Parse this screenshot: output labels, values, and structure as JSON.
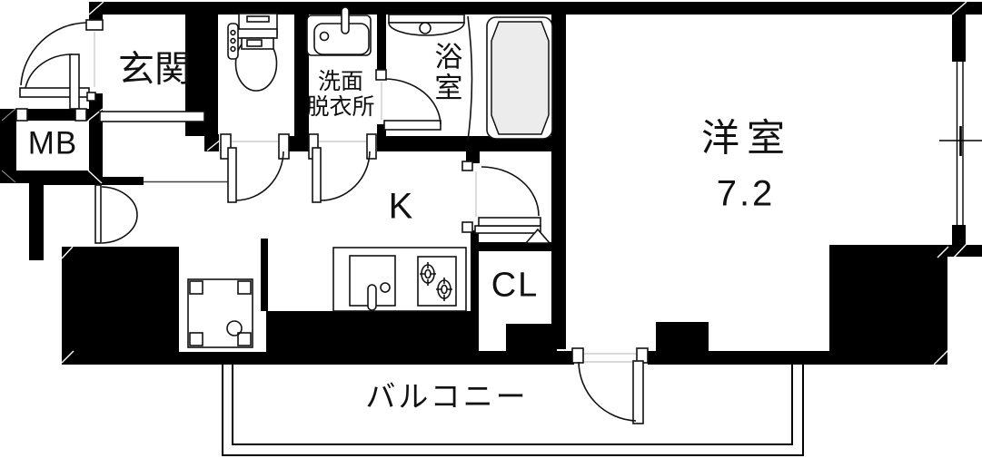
{
  "rooms": {
    "entrance": {
      "label": "玄関"
    },
    "meter_box": {
      "label": "MB"
    },
    "washroom": {
      "label_line1": "洗面",
      "label_line2": "脱衣所"
    },
    "bathroom": {
      "label": "浴室"
    },
    "western_room": {
      "label": "洋室",
      "size_tatami": "7.2"
    },
    "kitchen": {
      "label": "K"
    },
    "closet": {
      "label": "CL"
    },
    "balcony": {
      "label": "バルコニー"
    }
  },
  "colors": {
    "wall": "#000000",
    "floor": "#ffffff",
    "bathtub_fill": "#ececec",
    "text": "#111111"
  }
}
